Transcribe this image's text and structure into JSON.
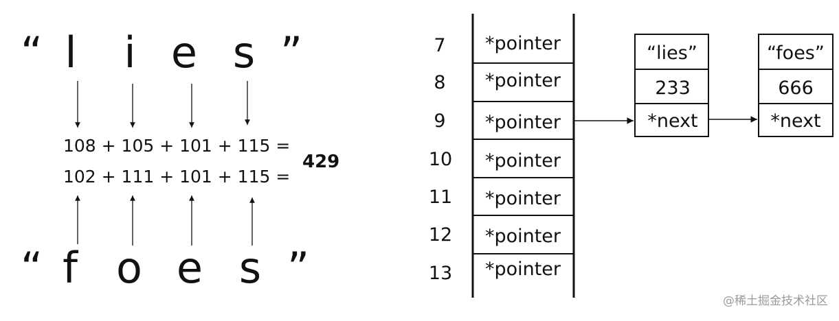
{
  "left": {
    "open_quote": "“",
    "close_quote": "”",
    "word_top": [
      "l",
      "i",
      "e",
      "s"
    ],
    "word_bottom": [
      "f",
      "o",
      "e",
      "s"
    ],
    "sum_top": "108 + 105 + 101 + 115 =",
    "sum_bottom": "102 + 111 + 101 + 115 =",
    "result": "429"
  },
  "table": {
    "indices": [
      "7",
      "8",
      "9",
      "10",
      "11",
      "12",
      "13"
    ],
    "slot_label": "*pointer"
  },
  "nodes": [
    {
      "key": "“lies”",
      "value": "233",
      "next": "*next"
    },
    {
      "key": "“foes”",
      "value": "666",
      "next": "*next"
    }
  ],
  "watermark": "@稀土掘金技术社区"
}
